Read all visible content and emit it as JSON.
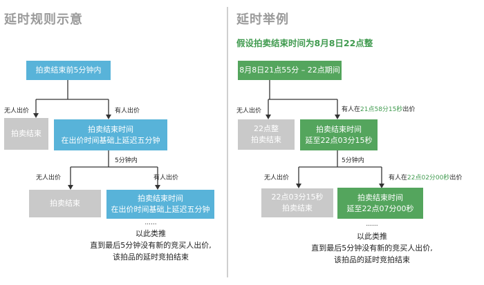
{
  "left": {
    "title": "延时规则示意",
    "top_box": "拍卖结束前5分钟内",
    "no_bid_1": "无人出价",
    "has_bid_1": "有人出价",
    "end_box_1": "拍卖结束",
    "extend_box_1": [
      "拍卖结束时间",
      "在出价时间基础上延迟五分钟"
    ],
    "within_5": "5分钟内",
    "no_bid_2": "无人出价",
    "has_bid_2": "有人出价",
    "end_box_2": "拍卖结束",
    "extend_box_2": [
      "拍卖结束时间",
      "在出价时间基础上延迟五分钟"
    ],
    "dots": "......",
    "note": [
      "以此类推",
      "直到最后5分钟没有新的竞买人出价,",
      "该拍品的延时竞拍结束"
    ]
  },
  "right": {
    "title": "延时举例",
    "subtitle": "假设拍卖结束时间为8月8日22点整",
    "top_box": "8月8日21点55分 – 22点期间",
    "no_bid_1": "无人出价",
    "has_bid_1_pre": "有人在",
    "has_bid_1_time": "21点58分15秒",
    "has_bid_1_post": "出价",
    "end_box_1": [
      "22点整",
      "拍卖结束"
    ],
    "extend_box_1": [
      "拍卖结束时间",
      "延至22点03分15秒"
    ],
    "within_5": "5分钟内",
    "no_bid_2": "无人出价",
    "has_bid_2_pre": "有人在",
    "has_bid_2_time": "22点02分00秒",
    "has_bid_2_post": "出价",
    "end_box_2": [
      "22点03分15秒",
      "拍卖结束"
    ],
    "extend_box_2": [
      "拍卖结束时间",
      "延至22点07分00秒"
    ],
    "dots": "......",
    "note": [
      "以此类推",
      "直到最后5分钟没有新的竞买人出价,",
      "该拍品的延时竞拍结束"
    ]
  },
  "colors": {
    "blue": "#58b3d9",
    "green": "#54a55d",
    "gray": "#c9c9c9",
    "accent_text": "#3f9a4e"
  }
}
